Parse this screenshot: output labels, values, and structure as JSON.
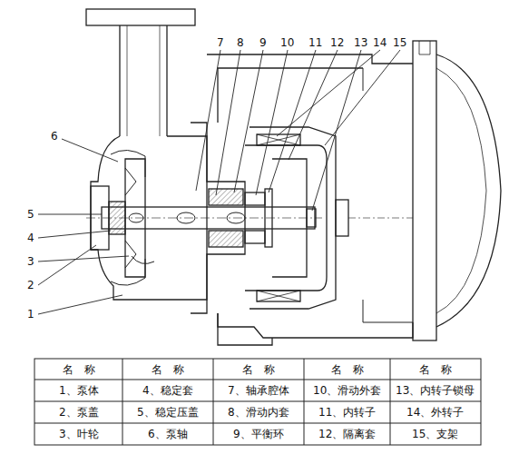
{
  "diagram": {
    "labels": [
      "7",
      "8",
      "9",
      "10",
      "11",
      "12",
      "13",
      "14",
      "15",
      "6",
      "5",
      "4",
      "3",
      "2",
      "1",
      "名　称",
      "名　称",
      "名　称",
      "名　称",
      "名　称",
      "1、泵体",
      "4、稳定套",
      "7、轴承腔体",
      "10、滑动外套",
      "13、内转子锁母",
      "2、泵盖",
      "5、稳定压盖",
      "8、滑动内套",
      "11、内转子",
      "14、外转子",
      "3、叶轮",
      "6、泵轴",
      "9、平衡环",
      "12、隔离套",
      "15、支架"
    ]
  }
}
